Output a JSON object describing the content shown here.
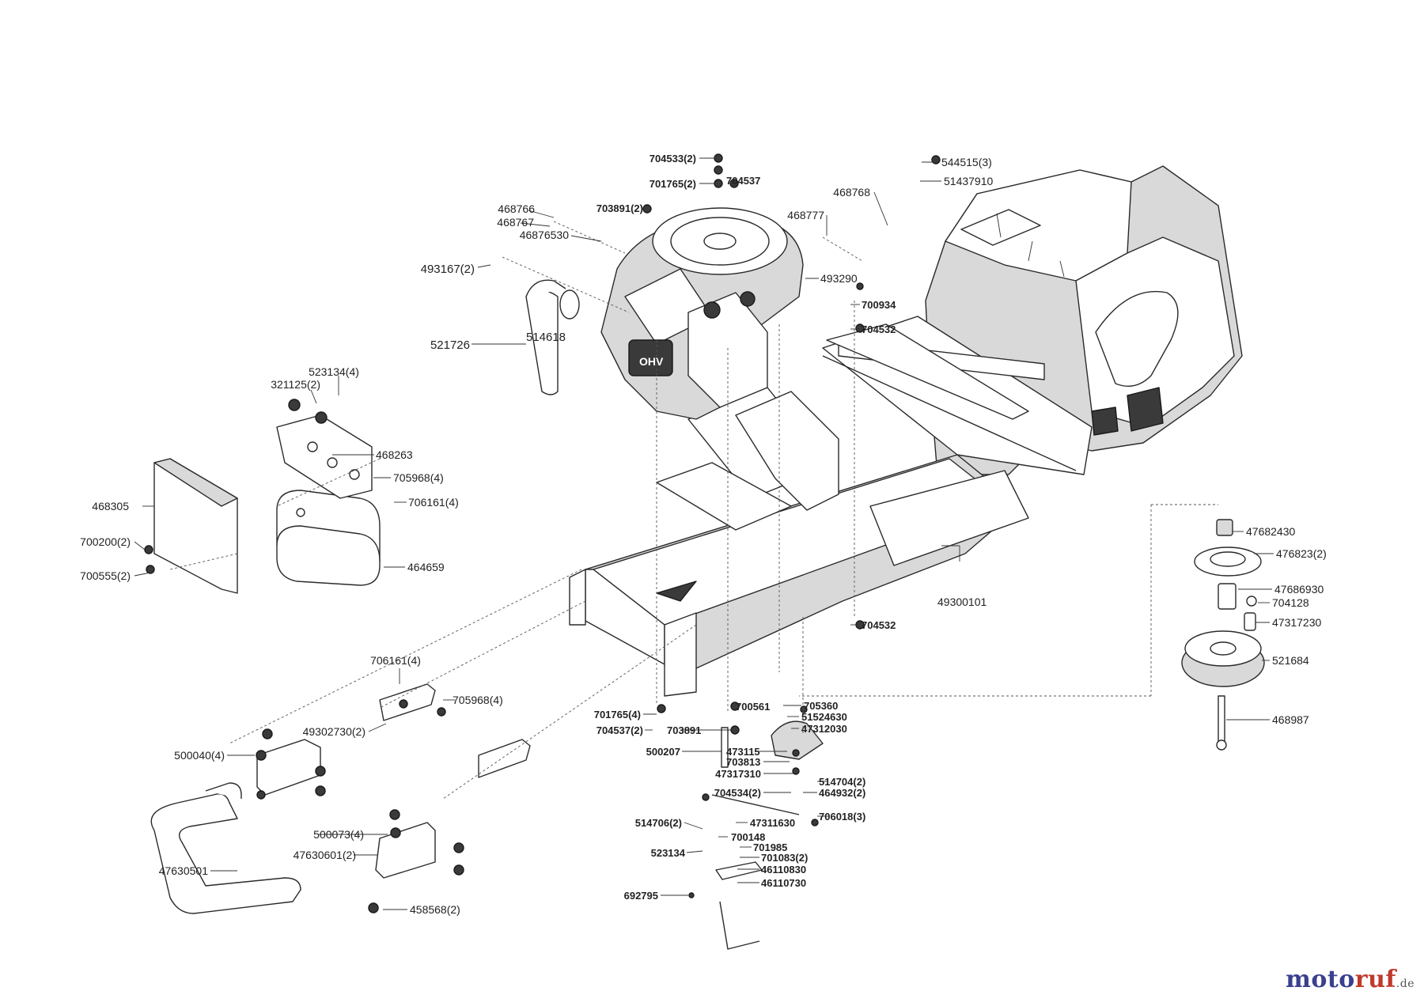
{
  "watermark": {
    "brand_a": "moto",
    "brand_b": "ruf",
    "tld": ".de"
  },
  "callouts": [
    {
      "id": "c1",
      "text": "704533(2)",
      "bold": true
    },
    {
      "id": "c2",
      "text": "701765(2)",
      "bold": true
    },
    {
      "id": "c3",
      "text": "704537",
      "bold": true
    },
    {
      "id": "c4",
      "text": "703891(2)",
      "bold": true
    },
    {
      "id": "c5",
      "text": "468766"
    },
    {
      "id": "c6",
      "text": "468767"
    },
    {
      "id": "c7",
      "text": "46876530"
    },
    {
      "id": "c8",
      "text": "493167(2)",
      "big": true
    },
    {
      "id": "c9",
      "text": "521726",
      "big": true
    },
    {
      "id": "c10",
      "text": "514618",
      "big": true
    },
    {
      "id": "c11",
      "text": "493290"
    },
    {
      "id": "c12",
      "text": "468768"
    },
    {
      "id": "c13",
      "text": "468777"
    },
    {
      "id": "c14",
      "text": "544515(3)"
    },
    {
      "id": "c15",
      "text": "51437910"
    },
    {
      "id": "c16",
      "text": "700934",
      "bold": true
    },
    {
      "id": "c17",
      "text": "704532",
      "bold": true
    },
    {
      "id": "c18",
      "text": "523134(4)"
    },
    {
      "id": "c19",
      "text": "321125(2)"
    },
    {
      "id": "c20",
      "text": "468263"
    },
    {
      "id": "c21",
      "text": "705968(4)"
    },
    {
      "id": "c22",
      "text": "706161(4)"
    },
    {
      "id": "c23",
      "text": "468305"
    },
    {
      "id": "c24",
      "text": "700200(2)"
    },
    {
      "id": "c25",
      "text": "700555(2)"
    },
    {
      "id": "c26",
      "text": "464659"
    },
    {
      "id": "c27",
      "text": "49300101"
    },
    {
      "id": "c28",
      "text": "704532",
      "bold": true
    },
    {
      "id": "c29",
      "text": "47682430"
    },
    {
      "id": "c30",
      "text": "476823(2)"
    },
    {
      "id": "c31",
      "text": "47686930"
    },
    {
      "id": "c32",
      "text": "704128"
    },
    {
      "id": "c33",
      "text": "47317230"
    },
    {
      "id": "c34",
      "text": "521684"
    },
    {
      "id": "c35",
      "text": "468987"
    },
    {
      "id": "c36",
      "text": "706161(4)"
    },
    {
      "id": "c37",
      "text": "705968(4)"
    },
    {
      "id": "c38",
      "text": "49302730(2)"
    },
    {
      "id": "c39",
      "text": "500040(4)"
    },
    {
      "id": "c40",
      "text": "701765(4)",
      "bold": true
    },
    {
      "id": "c41",
      "text": "700561",
      "bold": true
    },
    {
      "id": "c42",
      "text": "705360",
      "bold": true
    },
    {
      "id": "c43",
      "text": "51524630",
      "bold": true
    },
    {
      "id": "c44",
      "text": "704537(2)",
      "bold": true
    },
    {
      "id": "c45",
      "text": "703891",
      "bold": true
    },
    {
      "id": "c46",
      "text": "47312030",
      "bold": true
    },
    {
      "id": "c47",
      "text": "500207",
      "bold": true
    },
    {
      "id": "c48",
      "text": "473115",
      "bold": true
    },
    {
      "id": "c49",
      "text": "703813",
      "bold": true
    },
    {
      "id": "c50",
      "text": "47317310",
      "bold": true
    },
    {
      "id": "c51",
      "text": "514704(2)",
      "bold": true
    },
    {
      "id": "c52",
      "text": "704534(2)",
      "bold": true
    },
    {
      "id": "c53",
      "text": "464932(2)",
      "bold": true
    },
    {
      "id": "c54",
      "text": "706018(3)",
      "bold": true
    },
    {
      "id": "c55",
      "text": "514706(2)",
      "bold": true
    },
    {
      "id": "c56",
      "text": "47311630",
      "bold": true
    },
    {
      "id": "c57",
      "text": "700148",
      "bold": true
    },
    {
      "id": "c58",
      "text": "523134",
      "bold": true
    },
    {
      "id": "c59",
      "text": "701985",
      "bold": true
    },
    {
      "id": "c60",
      "text": "701083(2)",
      "bold": true
    },
    {
      "id": "c61",
      "text": "46110830",
      "bold": true
    },
    {
      "id": "c62",
      "text": "46110730",
      "bold": true
    },
    {
      "id": "c63",
      "text": "692795",
      "bold": true
    },
    {
      "id": "c64",
      "text": "500073(4)"
    },
    {
      "id": "c65",
      "text": "47630601(2)"
    },
    {
      "id": "c66",
      "text": "47630501"
    },
    {
      "id": "c67",
      "text": "458568(2)"
    }
  ]
}
